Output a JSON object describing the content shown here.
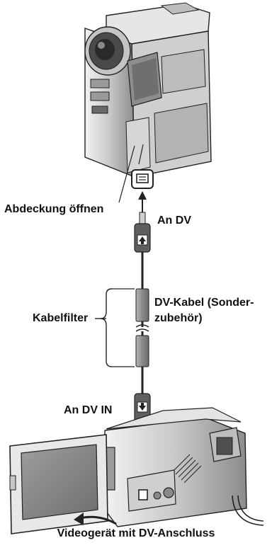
{
  "labels": {
    "abdeckung": "Abdeckung öffnen",
    "an_dv": "An DV",
    "kabelfilter": "Kabelfilter",
    "kabel_line1": "DV-Kabel (Sonder-",
    "kabel_line2": "zubehör)",
    "an_dv_in": "An DV IN",
    "videogeraet": "Videogerät mit DV-Anschluss"
  },
  "icons": {
    "top_device": "camcorder-icon",
    "bottom_device": "camcorder-icon",
    "dv_port": "dv-port-icon",
    "up_arrow": "arrow-up-icon",
    "down_arrow": "arrow-down-icon",
    "rotate": "curved-arrow-icon"
  },
  "colors": {
    "line": "#1a1a1a",
    "device_light": "#d9d9d9",
    "device_mid": "#a8a8a8",
    "device_dark": "#5a5a5a",
    "filter": "#8a8a8a"
  }
}
